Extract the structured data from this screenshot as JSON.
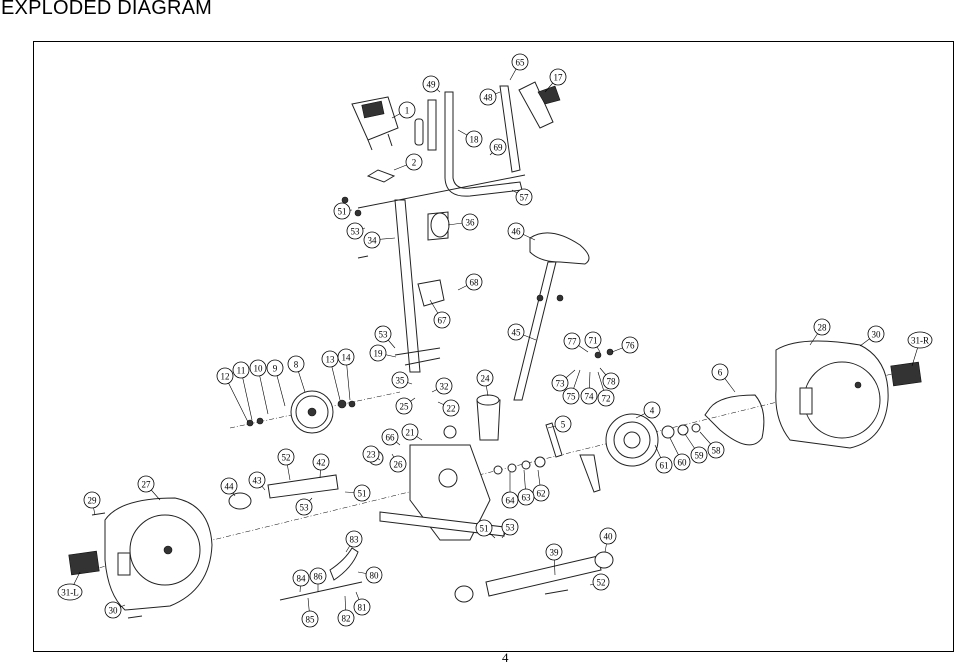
{
  "header": {
    "title": "EXPLODED DIAGRAM"
  },
  "footer": {
    "page_number": "4"
  },
  "callouts": [
    "1",
    "2",
    "4",
    "5",
    "6",
    "8",
    "9",
    "10",
    "11",
    "12",
    "13",
    "14",
    "17",
    "18",
    "19",
    "21",
    "22",
    "23",
    "24",
    "25",
    "26",
    "27",
    "28",
    "29",
    "30",
    "31-L",
    "31-R",
    "32",
    "34",
    "35",
    "36",
    "39",
    "40",
    "42",
    "43",
    "44",
    "45",
    "46",
    "48",
    "49",
    "51",
    "52",
    "53",
    "57",
    "58",
    "59",
    "60",
    "61",
    "62",
    "63",
    "64",
    "65",
    "66",
    "67",
    "68",
    "69",
    "71",
    "72",
    "73",
    "74",
    "75",
    "76",
    "77",
    "78",
    "80",
    "81",
    "82",
    "83",
    "84",
    "85",
    "86"
  ]
}
